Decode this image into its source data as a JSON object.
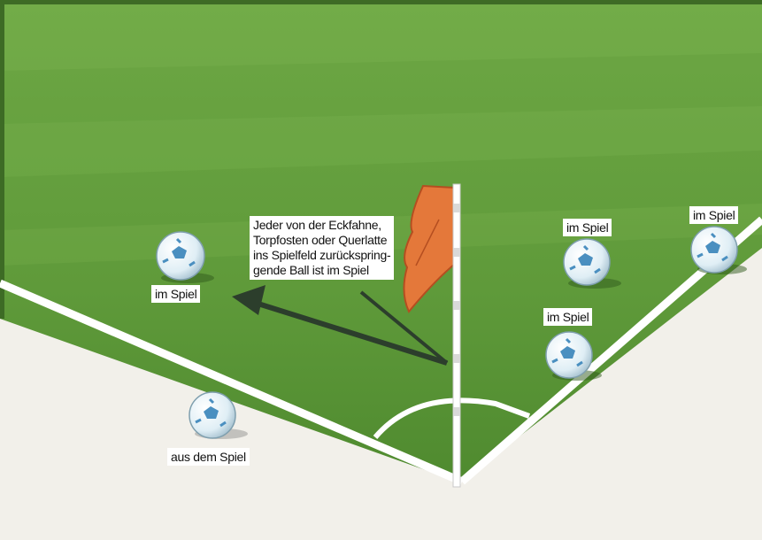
{
  "labels": {
    "rule_text": "Jeder von der Eckfahne,\nTorpfosten oder Querlatte\nins Spielfeld zurückspring-\ngende Ball ist im Spiel",
    "ball_left": "im Spiel",
    "ball_mid_top": "im Spiel",
    "ball_top_right": "im Spiel",
    "ball_mid_lower": "im Spiel",
    "ball_out": "aus dem Spiel"
  },
  "colors": {
    "grass": "#5f9a3a",
    "grass_light": "#79b14d",
    "line": "#ffffff",
    "outside": "#f2f0ea",
    "flag": "#e4783a",
    "arrow": "#2c3e2c",
    "ball": "#e9f3f8",
    "ball_patch": "#4a8fc0"
  },
  "icons": {
    "balls": "soccer-ball-icon",
    "flag": "corner-flag-icon",
    "arrows": "arrow-icon"
  }
}
